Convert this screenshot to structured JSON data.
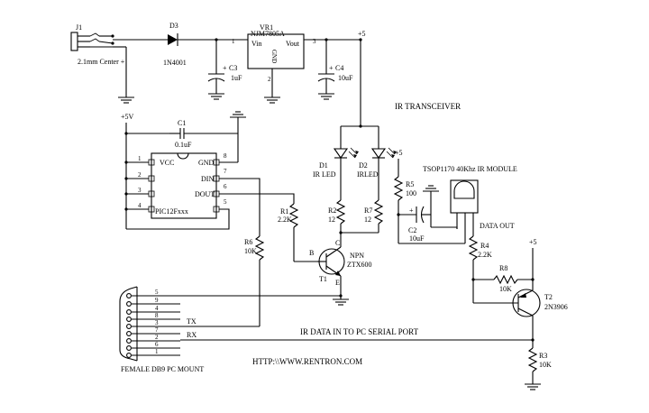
{
  "jack": {
    "ref": "J1",
    "label": "2.1mm Center +"
  },
  "diode": {
    "ref": "D3",
    "part": "1N4001"
  },
  "regulator": {
    "ref": "VR1",
    "part": "NJM7805A",
    "vin": "Vin",
    "vout": "Vout",
    "gnd": "GND",
    "pin1": "1",
    "pin2": "2",
    "pin3": "3"
  },
  "c3": {
    "ref": "C3",
    "value": "1uF",
    "plus": "+"
  },
  "c4": {
    "ref": "C4",
    "value": "10uF",
    "plus": "+"
  },
  "plus5_top": "+5",
  "plus5_left": "+5V",
  "plus5_r5": "+5",
  "plus5_t2": "+5",
  "c1": {
    "ref": "C1",
    "value": "0.1uF"
  },
  "pic": {
    "part": "PIC12Fxxx",
    "left_pins": [
      {
        "num": "1",
        "name": "VCC"
      },
      {
        "num": "2",
        "name": ""
      },
      {
        "num": "3",
        "name": ""
      },
      {
        "num": "4",
        "name": ""
      }
    ],
    "right_pins": [
      {
        "num": "8",
        "name": "GND"
      },
      {
        "num": "7",
        "name": "DIN"
      },
      {
        "num": "6",
        "name": "DOUT"
      },
      {
        "num": "5",
        "name": ""
      }
    ]
  },
  "section_title": "IR TRANSCEIVER",
  "d1": {
    "ref": "D1",
    "label": "IR LED"
  },
  "d2": {
    "ref": "D2",
    "label": "IRLED"
  },
  "r1": {
    "ref": "R1",
    "value": "2.2K"
  },
  "r2": {
    "ref": "R2",
    "value": "12"
  },
  "r7": {
    "ref": "R7",
    "value": "12"
  },
  "r5": {
    "ref": "R5",
    "value": "100"
  },
  "r6": {
    "ref": "R6",
    "value": "10K"
  },
  "r4": {
    "ref": "R4",
    "value": "2.2K"
  },
  "r8": {
    "ref": "R8",
    "value": "10K"
  },
  "r3": {
    "ref": "R3",
    "value": "10K"
  },
  "c2": {
    "ref": "C2",
    "value": "10uF",
    "plus": "+"
  },
  "ir_module": "TSOP1170 40Khz IR MODULE",
  "data_out": "DATA OUT",
  "t1": {
    "ref": "T1",
    "type": "NPN",
    "part": "ZTX600",
    "b": "B",
    "c": "C",
    "e": "E"
  },
  "t2": {
    "ref": "T2",
    "part": "2N3906"
  },
  "db9": {
    "label": "FEMALE DB9 PC MOUNT",
    "pins": [
      "5",
      "9",
      "4",
      "8",
      "3",
      "7",
      "2",
      "6",
      "1"
    ]
  },
  "tx_label": "TX",
  "rx_label": "RX",
  "ir_data_label": "IR DATA IN TO PC SERIAL PORT",
  "website": "HTTP:\\\\WWW.RENTRON.COM"
}
